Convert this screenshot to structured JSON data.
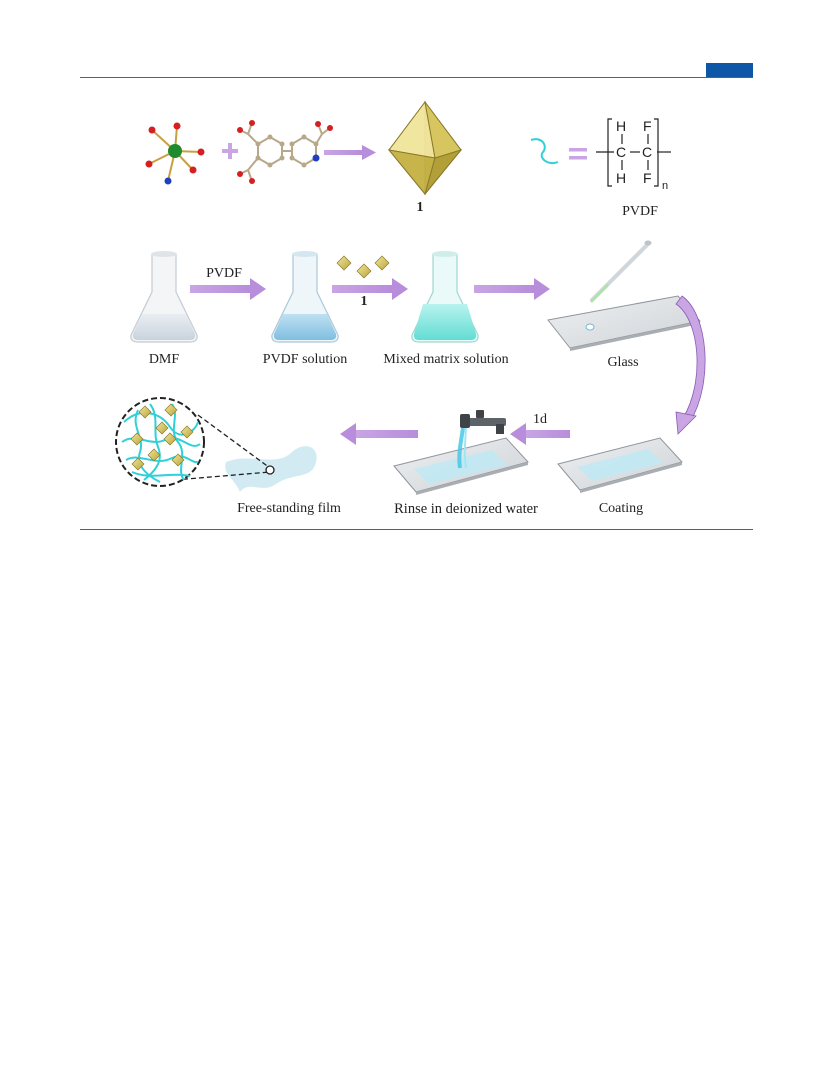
{
  "header": {
    "accent_color": "#0d57a6"
  },
  "scheme": {
    "compound_label": "1",
    "pvdf_structure": {
      "atoms": [
        "H",
        "F",
        "C",
        "C",
        "H",
        "F"
      ],
      "subscript": "n",
      "caption": "PVDF"
    },
    "flasks": [
      {
        "label": "DMF"
      },
      {
        "label": "PVDF solution"
      },
      {
        "label": "Mixed matrix solution"
      }
    ],
    "arrows": [
      {
        "label": "PVDF"
      },
      {
        "label": "1"
      },
      {
        "label": "1d"
      }
    ],
    "steps": {
      "glass": "Glass",
      "coating": "Coating",
      "rinse": "Rinse in deionized water",
      "film": "Free-standing film"
    }
  }
}
